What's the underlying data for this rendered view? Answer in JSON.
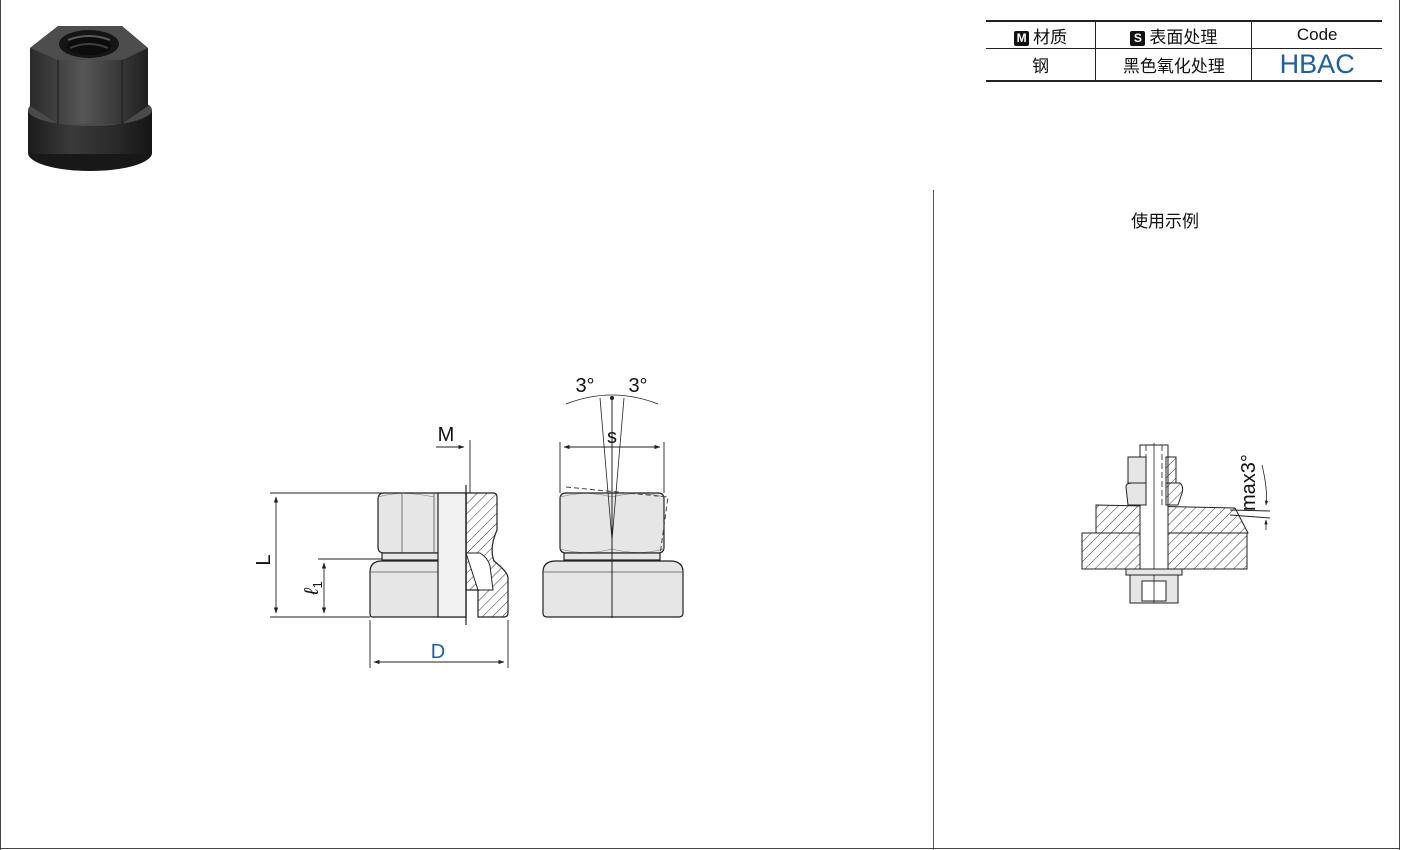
{
  "spec_table": {
    "headers": {
      "material_badge": "M",
      "material": "材质",
      "surface_badge": "S",
      "surface": "表面处理",
      "code": "Code"
    },
    "values": {
      "material": "钢",
      "surface": "黑色氧化处理",
      "code": "HBAC"
    }
  },
  "usage_example": {
    "title": "使用示例",
    "angle_label": "max3°"
  },
  "dimensions": {
    "M": "M",
    "L": "L",
    "l1": "ℓ",
    "l1_sub": "1",
    "D": "D",
    "s": "s",
    "angle_left": "3°",
    "angle_right": "3°"
  },
  "colors": {
    "accent": "#1a5fa8",
    "part_fill": "#e6e6e6",
    "photo_dark": "#2a2a2a"
  }
}
